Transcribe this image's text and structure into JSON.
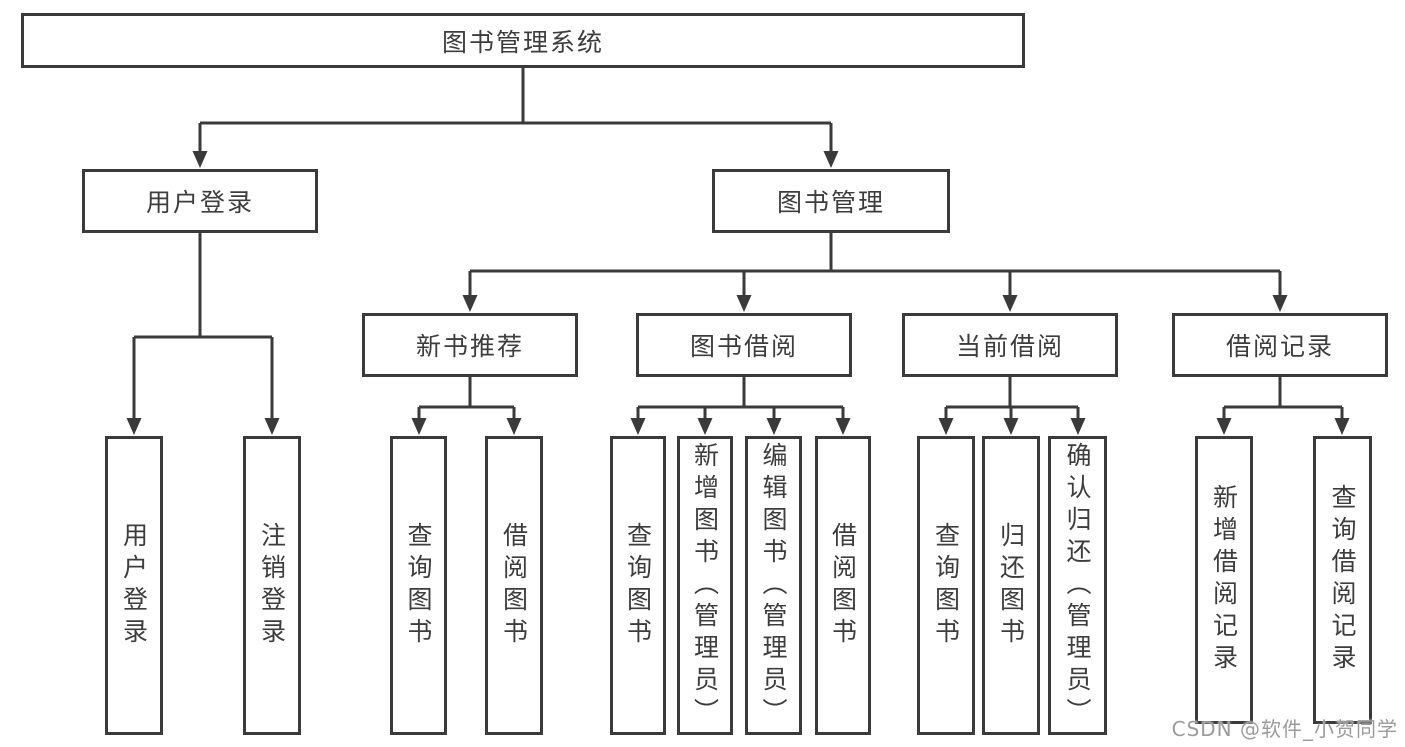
{
  "diagram_title": "图书管理系统",
  "tree": {
    "root": {
      "label": "图书管理系统"
    },
    "branches": [
      {
        "label": "用户登录",
        "children": [
          {
            "label": "用户登录"
          },
          {
            "label": "注销登录"
          }
        ]
      },
      {
        "label": "图书管理",
        "children": [
          {
            "label": "新书推荐",
            "children": [
              {
                "label": "查询图书"
              },
              {
                "label": "借阅图书"
              }
            ]
          },
          {
            "label": "图书借阅",
            "children": [
              {
                "label": "查询图书"
              },
              {
                "label": "新增图书（管理员）"
              },
              {
                "label": "编辑图书（管理员）"
              },
              {
                "label": "借阅图书"
              }
            ]
          },
          {
            "label": "当前借阅",
            "children": [
              {
                "label": "查询图书"
              },
              {
                "label": "归还图书"
              },
              {
                "label": "确认归还（管理员）"
              }
            ]
          },
          {
            "label": "借阅记录",
            "children": [
              {
                "label": "新增借阅记录"
              },
              {
                "label": "查询借阅记录"
              }
            ]
          }
        ]
      }
    ]
  },
  "watermark": {
    "text": "CSDN @软件_小贺同学"
  },
  "colors": {
    "line": "#3a3a3a",
    "text": "#3d3d3d",
    "box_background": "#ffffff",
    "watermark": "#9b9b9b"
  }
}
